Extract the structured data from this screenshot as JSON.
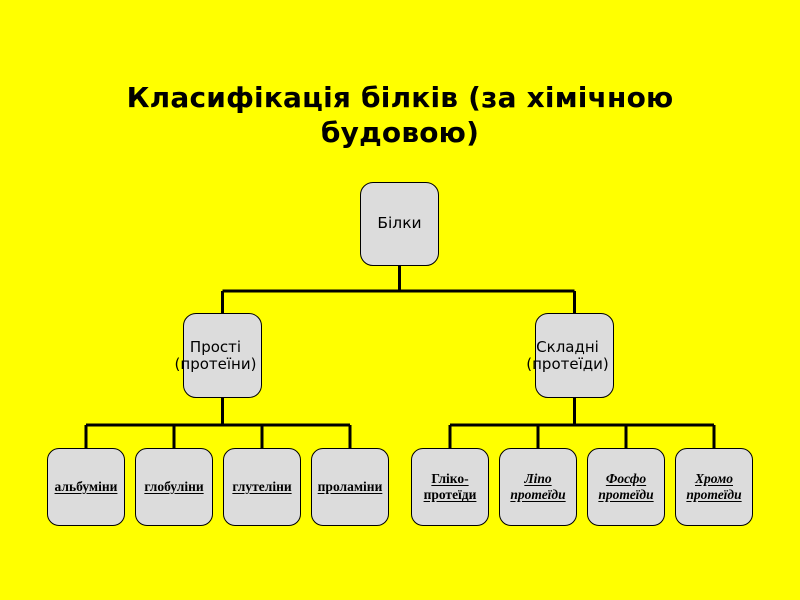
{
  "slide": {
    "background_color": "#ffff00",
    "title": "Класифікація білків  (за хімічною будовою)"
  },
  "diagram": {
    "type": "tree",
    "node_fill_color": "#dcdcdc",
    "node_border_color": "#000000",
    "root": {
      "label": "Білки"
    },
    "branches": [
      {
        "label": "Прості\n(протеїни)",
        "children": [
          {
            "label": "альбуміни",
            "style": "bold-underline"
          },
          {
            "label": "глобуліни",
            "style": "bold-underline"
          },
          {
            "label": "глутеліни",
            "style": "bold-underline"
          },
          {
            "label": "проламіни",
            "style": "bold-underline"
          }
        ]
      },
      {
        "label": "Складні\n(протеїди)",
        "children": [
          {
            "label": "Гліко-\nпротеїди",
            "style": "bold-underline"
          },
          {
            "label": "Ліпо\nпротеїди",
            "style": "bold-italic-underline"
          },
          {
            "label": "Фосфо\nпротеїди",
            "style": "bold-italic-underline"
          },
          {
            "label": "Хромо\nпротеїди",
            "style": "bold-italic-underline"
          }
        ]
      }
    ]
  }
}
